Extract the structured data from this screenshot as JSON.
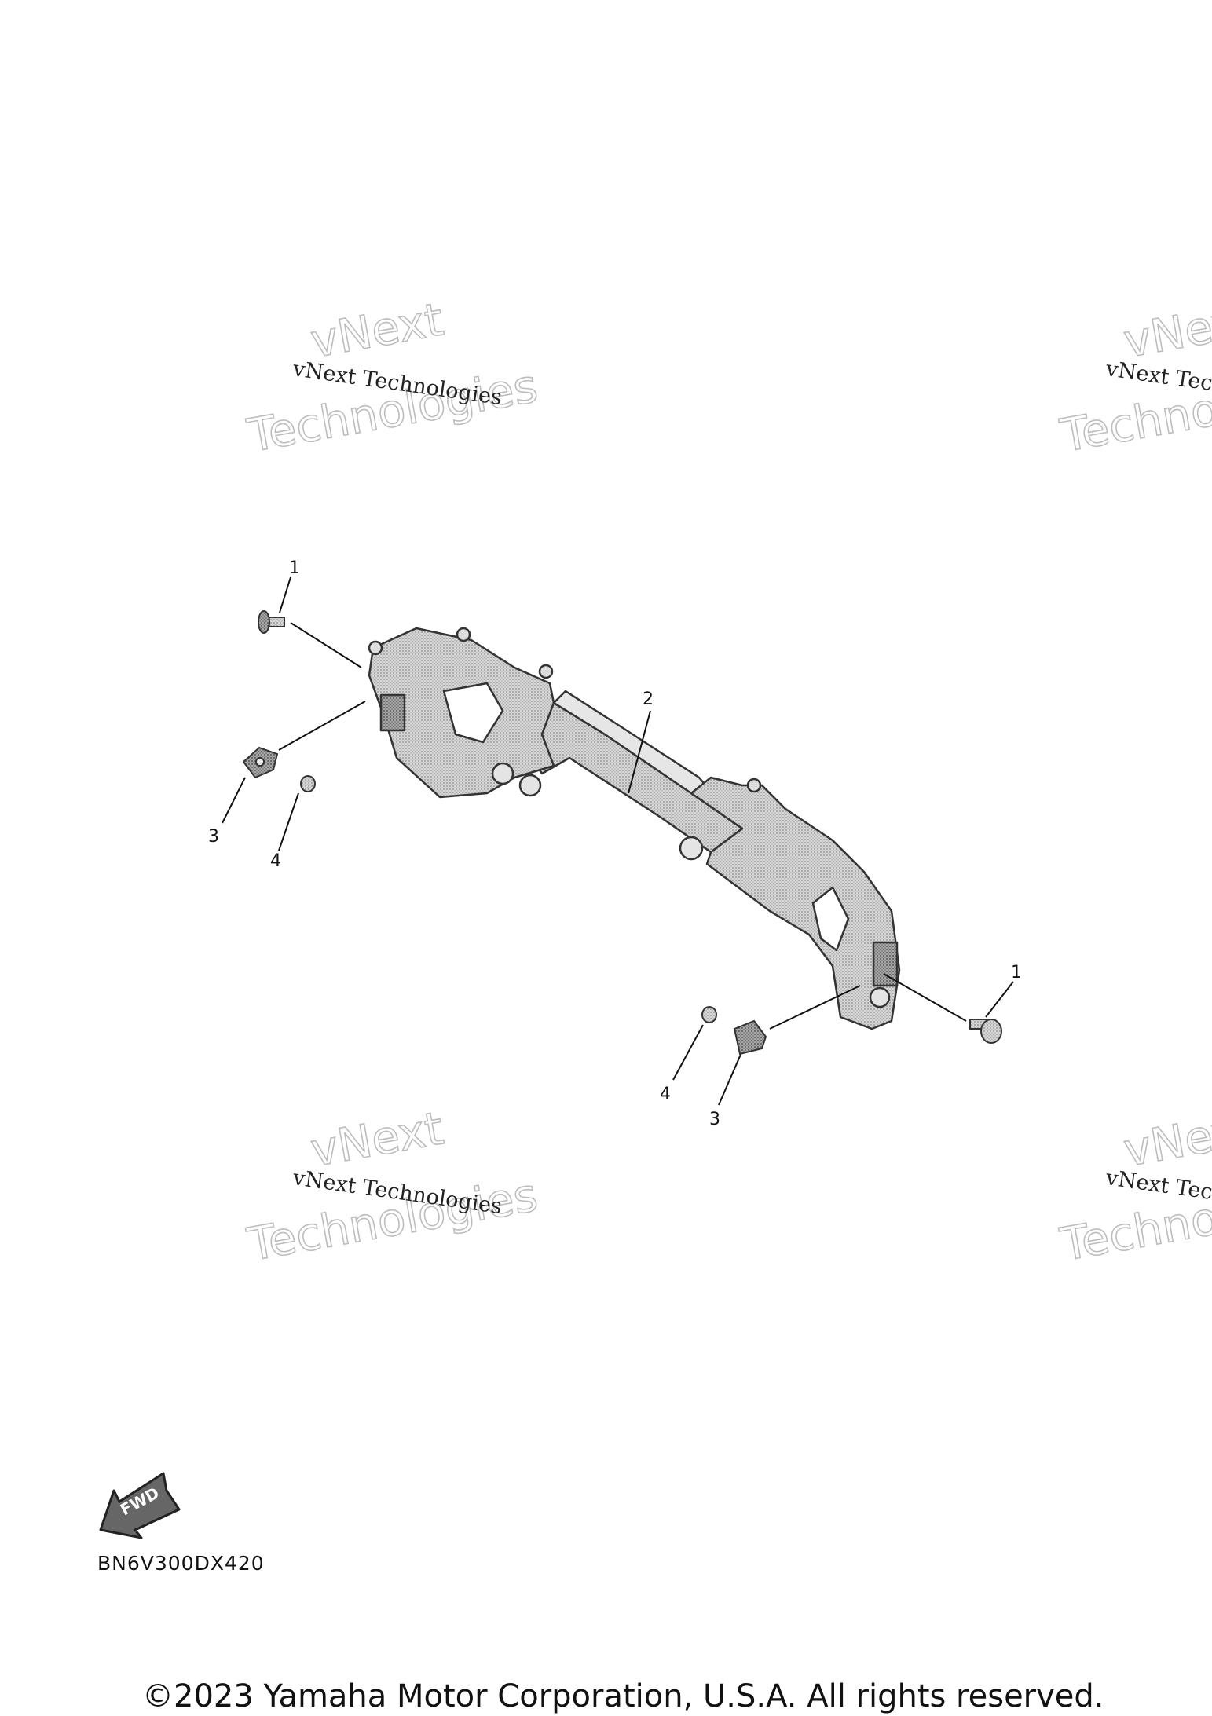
{
  "watermark": {
    "line_small": "vNext Technologies",
    "line_big_1": "vNext",
    "line_big_2": "Technologies"
  },
  "callouts": [
    {
      "id": "callout-1-left",
      "label": "1"
    },
    {
      "id": "callout-2",
      "label": "2"
    },
    {
      "id": "callout-3-left",
      "label": "3"
    },
    {
      "id": "callout-4-left",
      "label": "4"
    },
    {
      "id": "callout-1-right",
      "label": "1"
    },
    {
      "id": "callout-4-right",
      "label": "4"
    },
    {
      "id": "callout-3-right",
      "label": "3"
    }
  ],
  "fwd_label": "FWD",
  "diagram_code": "BN6V300DX420",
  "copyright": "©2023 Yamaha Motor Corporation, U.S.A. All rights reserved.",
  "colors": {
    "part_fill": "#d2d2d2",
    "part_stroke": "#333333",
    "watermark_stroke": "#bdbdbd"
  }
}
